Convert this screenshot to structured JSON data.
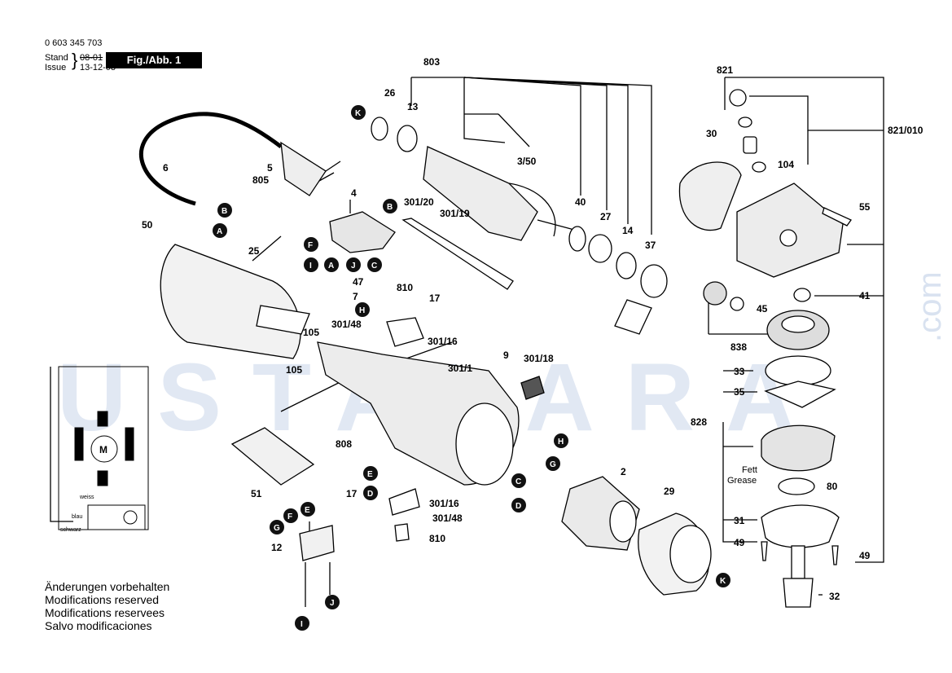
{
  "header": {
    "part_number": "0 603 345 703",
    "stand_label": "Stand",
    "issue_label": "Issue",
    "stand_date": "08-01",
    "issue_date": "13-12-03",
    "figure": "Fig./Abb. 1"
  },
  "notes": [
    "Änderungen vorbehalten",
    "Modifications reserved",
    "Modifications reservees",
    "Salvo modificaciones"
  ],
  "watermark": {
    "main": "USTALARA",
    "suffix": ".com",
    "color": "#c9d6ea"
  },
  "labels": {
    "l803": "803",
    "l26": "26",
    "l13": "13",
    "l350": "3/50",
    "l821": "821",
    "l30": "30",
    "l821010": "821/010",
    "l104": "104",
    "l55": "55",
    "l6": "6",
    "l5": "5",
    "l805": "805",
    "l4": "4",
    "l30120": "301/20",
    "l30119": "301/19",
    "l40": "40",
    "l27": "27",
    "l14": "14",
    "l37": "37",
    "l50": "50",
    "l25": "25",
    "l47": "47",
    "l7": "7",
    "l810a": "810",
    "l17a": "17",
    "l30148a": "301/48",
    "l30116a": "301/16",
    "l105a": "105",
    "l105b": "105",
    "l9": "9",
    "l30118": "301/18",
    "l3011": "301/1",
    "l41": "41",
    "l45": "45",
    "l838": "838",
    "l33": "33",
    "l35": "35",
    "l828": "828",
    "l808": "808",
    "l2": "2",
    "l51": "51",
    "l17b": "17",
    "l30116b": "301/16",
    "l30148b": "301/48",
    "l810b": "810",
    "l12": "12",
    "l29": "29",
    "l80": "80",
    "l31": "31",
    "l49a": "49",
    "l49b": "49",
    "l32": "32",
    "fett": "Fett",
    "grease": "Grease",
    "motor": "M",
    "weiss": "weiss",
    "blau": "blau",
    "schwarz": "schwarz"
  },
  "badges": {
    "k1": "K",
    "b1": "B",
    "a1": "A",
    "b2": "B",
    "f1": "F",
    "i1": "I",
    "a2": "A",
    "j1": "J",
    "c1": "C",
    "h1": "H",
    "h2": "H",
    "g1": "G",
    "c2": "C",
    "d1": "D",
    "k2": "K",
    "e1": "E",
    "d2": "D",
    "g2": "G",
    "f2": "F",
    "e2": "E",
    "j2": "J",
    "i2": "I"
  },
  "colors": {
    "ink": "#000000",
    "badge": "#111111",
    "paper": "#ffffff",
    "fill_grey": "#e6e6e6",
    "fill_dark": "#8c8c8c"
  }
}
